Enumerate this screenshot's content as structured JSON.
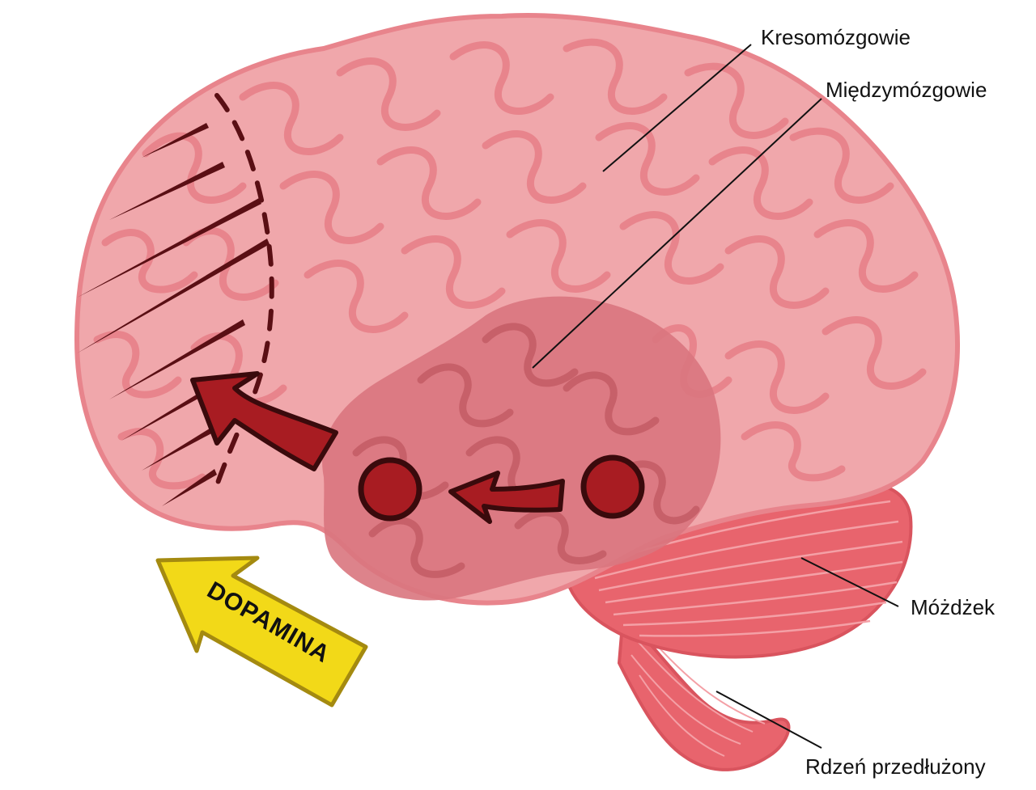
{
  "labels": {
    "cerebrum": "Kresomózgowie",
    "diencephalon": "Międzymózgowie",
    "cerebellum": "Móżdżek",
    "medulla": "Rdzeń przedłużony"
  },
  "arrow": {
    "text": "DOPAMINA"
  },
  "colors": {
    "brain_outer": "#f0a7ab",
    "brain_outline": "#e8848c",
    "inner_region": "#d9767e",
    "cerebellum": "#e8646d",
    "pathway": "#a81c22",
    "pathway_outline": "#3a0a0c",
    "dopamine_arrow": "#f2d918",
    "dopamine_outline": "#a48a10"
  },
  "icons": [
    "dopamine-arrow-icon",
    "pathway-arrow-icon",
    "nucleus-circle-icon"
  ]
}
